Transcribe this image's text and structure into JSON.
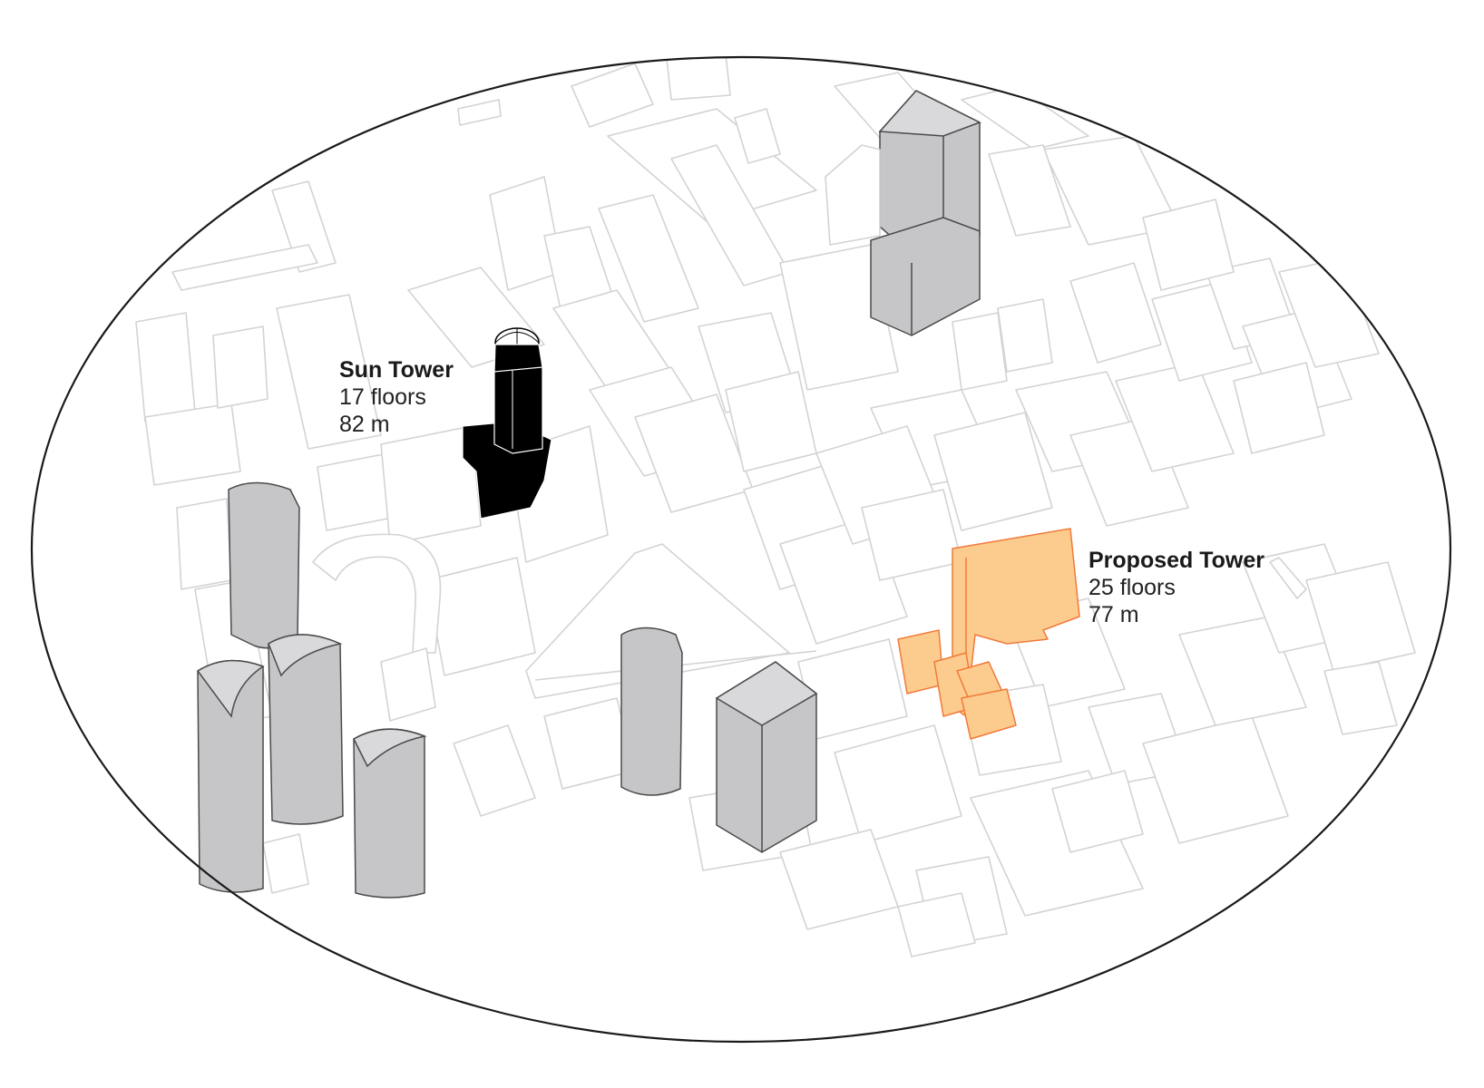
{
  "annotations": {
    "sun_tower": {
      "name": "Sun Tower",
      "floors": "17 floors",
      "height": "82 m"
    },
    "proposed_tower": {
      "name": "Proposed Tower",
      "floors": "25 floors",
      "height": "77 m"
    }
  },
  "colors": {
    "context_buildings_outline": "#d3d3d3",
    "existing_towers_fill": "#c6c6c9",
    "sun_tower_fill": "#000000",
    "proposed_tower_fill": "#fccc8e",
    "proposed_tower_outline": "#f07a3a",
    "frame_ellipse": "#1a1a1a"
  }
}
